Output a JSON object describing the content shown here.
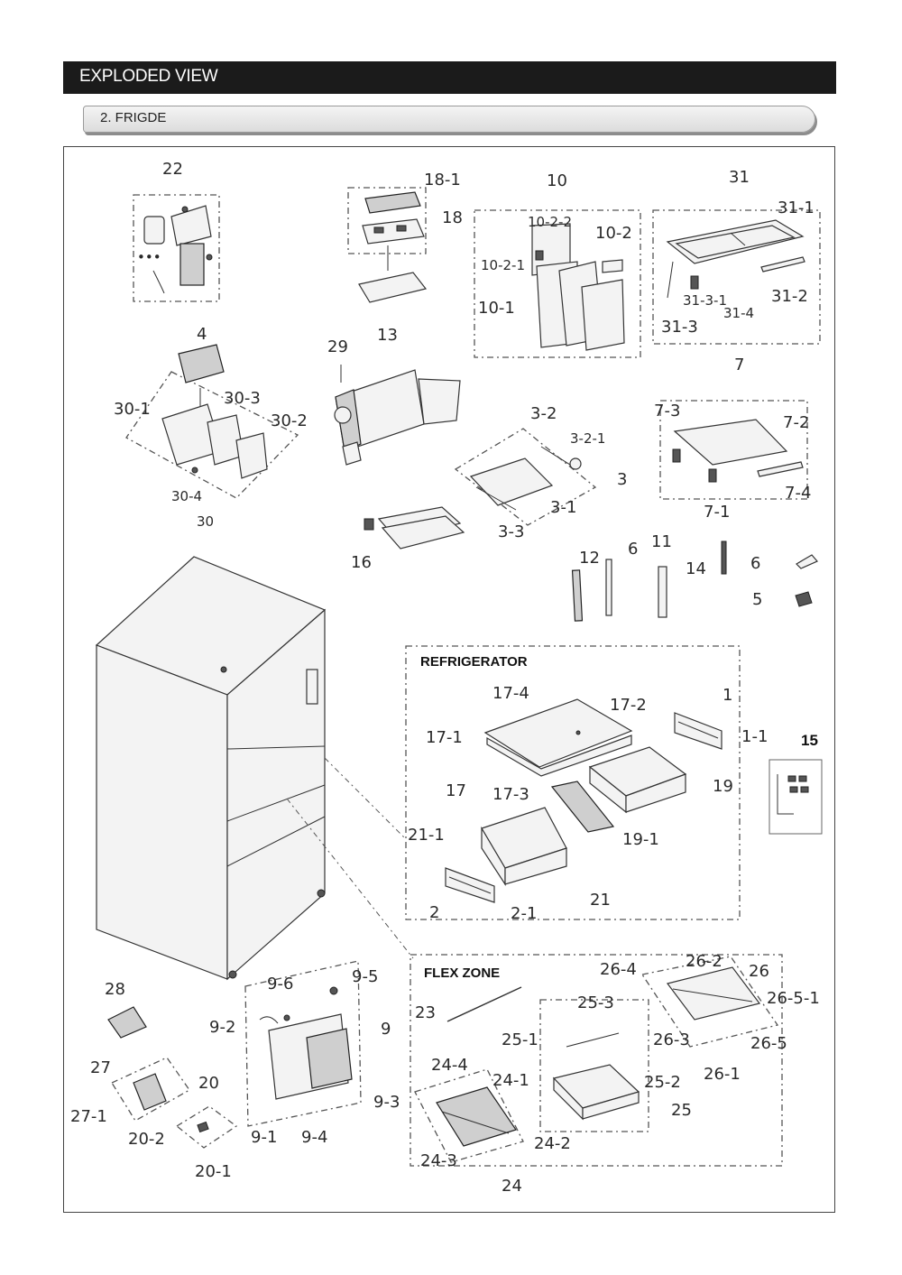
{
  "header": {
    "title": "EXPLODED VIEW"
  },
  "section": {
    "title": "2. FRIGDE"
  },
  "groups": {
    "refrigerator": "REFRIGERATOR",
    "flex_zone": "FLEX ZONE"
  },
  "labels": {
    "l22": "22",
    "l18_1": "18-1",
    "l18": "18",
    "l13": "13",
    "l10": "10",
    "l10_2_2": "10-2-2",
    "l10_2": "10-2",
    "l10_2_1": "10-2-1",
    "l10_1": "10-1",
    "l31": "31",
    "l31_1": "31-1",
    "l31_3_1": "31-3-1",
    "l31_2": "31-2",
    "l31_4": "31-4",
    "l31_3": "31-3",
    "l4": "4",
    "l29": "29",
    "l30_1": "30-1",
    "l30_3": "30-3",
    "l30_2": "30-2",
    "l30_4": "30-4",
    "l30": "30",
    "l7": "7",
    "l7_3": "7-3",
    "l7_2": "7-2",
    "l7_4": "7-4",
    "l7_1": "7-1",
    "l3_2": "3-2",
    "l3_2_1": "3-2-1",
    "l3": "3",
    "l3_1": "3-1",
    "l3_3": "3-3",
    "l16": "16",
    "l12": "12",
    "l6a": "6",
    "l11": "11",
    "l14": "14",
    "l6b": "6",
    "l5": "5",
    "l17_4": "17-4",
    "l17_2": "17-2",
    "l1": "1",
    "l17_1": "17-1",
    "l1_1": "1-1",
    "l15": "15",
    "l17": "17",
    "l17_3": "17-3",
    "l19": "19",
    "l21_1": "21-1",
    "l19_1": "19-1",
    "l2": "2",
    "l2_1": "2-1",
    "l21": "21",
    "l28": "28",
    "l9_6": "9-6",
    "l9_5": "9-5",
    "l9_2": "9-2",
    "l9": "9",
    "l27": "27",
    "l20": "20",
    "l27_1": "27-1",
    "l20_2": "20-2",
    "l20_1": "20-1",
    "l9_3": "9-3",
    "l9_1": "9-1",
    "l9_4": "9-4",
    "l26_4": "26-4",
    "l26_2": "26-2",
    "l26": "26",
    "l23": "23",
    "l25_3": "25-3",
    "l26_5_1": "26-5-1",
    "l25_1": "25-1",
    "l26_3": "26-3",
    "l26_5": "26-5",
    "l24_4": "24-4",
    "l26_1": "26-1",
    "l24_1": "24-1",
    "l25_2": "25-2",
    "l25": "25",
    "l24_2": "24-2",
    "l24_3": "24-3",
    "l24": "24"
  }
}
